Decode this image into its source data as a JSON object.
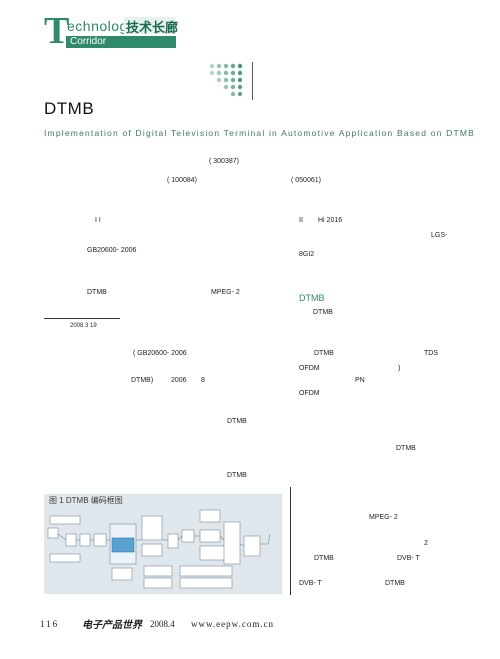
{
  "header": {
    "logo_T": "T",
    "logo_tech": "echnology",
    "logo_cn": "技术长廊",
    "logo_corridor": "Corridor"
  },
  "article": {
    "title": "DTMB",
    "subtitle": "Implementation of Digital Television Terminal in Automotive Application Based on DTMB",
    "postcode_1": "( 300387)",
    "postcode_2": "( 100084)",
    "postcode_3": "( 050061)"
  },
  "left_col": {
    "ii": "I I",
    "gb_std": "GB20600- 2006",
    "kw_dtmb": "DTMB",
    "kw_mpeg": "MPEG- 2",
    "date": "2008    3    19",
    "p1_std": "( GB20600- 2006",
    "p2_dtmb": "DTMB)",
    "p2_year": "2006",
    "p2_month": "8",
    "p3_dtmb": "DTMB",
    "p4_dtmb": "DTMB",
    "figure_title": "图 1 DTMB 编码框图"
  },
  "right_col": {
    "hi_a": "II",
    "hi_b": "Hi 2016",
    "lgs": "LGS-",
    "gi2": "8GI2",
    "section_head": "DTMB",
    "sec_dtmb": "DTMB",
    "dtmb_2": "DTMB",
    "tds": "TDS",
    "ofdm_1": "OFDM",
    "paren": ")",
    "pn": "PN",
    "ofdm_2": "OFDM",
    "dtmb_3": "DTMB",
    "mpeg2": "MPEG- 2",
    "num2": "2",
    "dtmb_4": "DTMB",
    "dvbt_1": "DVB- T",
    "dvbt_2": "DVB- T",
    "dtmb_5": "DTMB"
  },
  "footer": {
    "page": "116",
    "brand": "电子产品世界",
    "year": "2008.4",
    "url": "www.eepw.com.cn"
  },
  "colors": {
    "accent_green": "#2f8a6c",
    "figure_bg": "#dfe7ec"
  }
}
